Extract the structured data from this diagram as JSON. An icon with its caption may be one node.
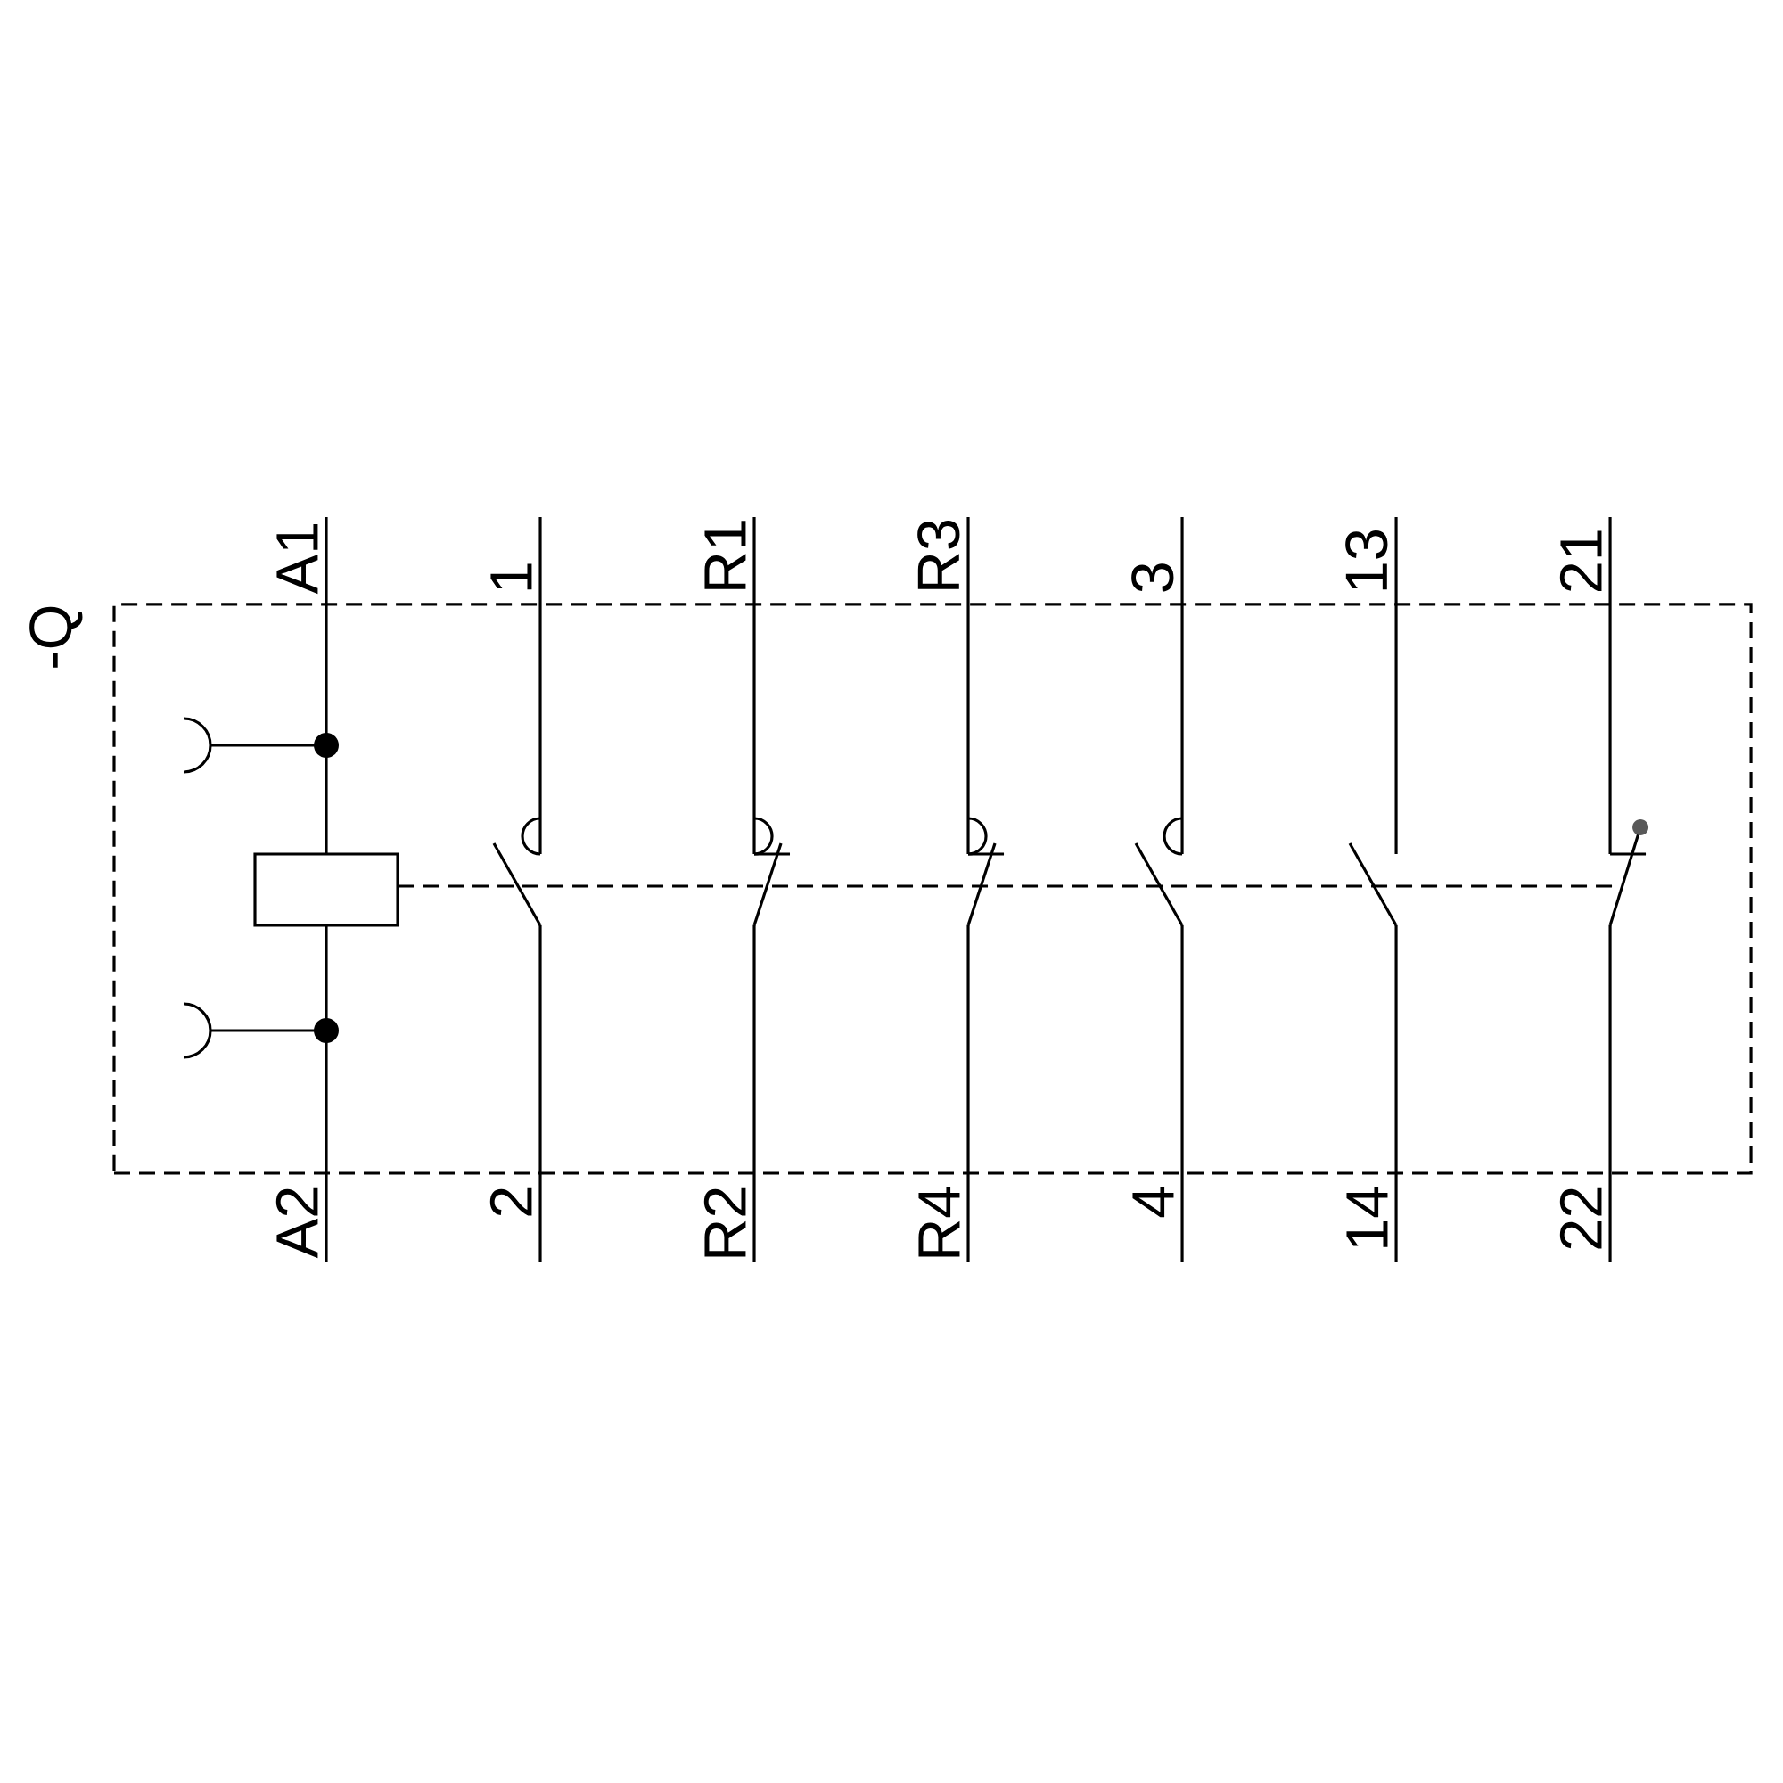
{
  "diagram": {
    "nodes": [
      {
        "text": [
          "-Q"
        ]
      }
    ],
    "labels": [
      "A1",
      "1",
      "R1",
      "R3",
      "3",
      "13",
      "21",
      "A2",
      "2",
      "R2",
      "R4",
      "4",
      "14",
      "22"
    ]
  }
}
